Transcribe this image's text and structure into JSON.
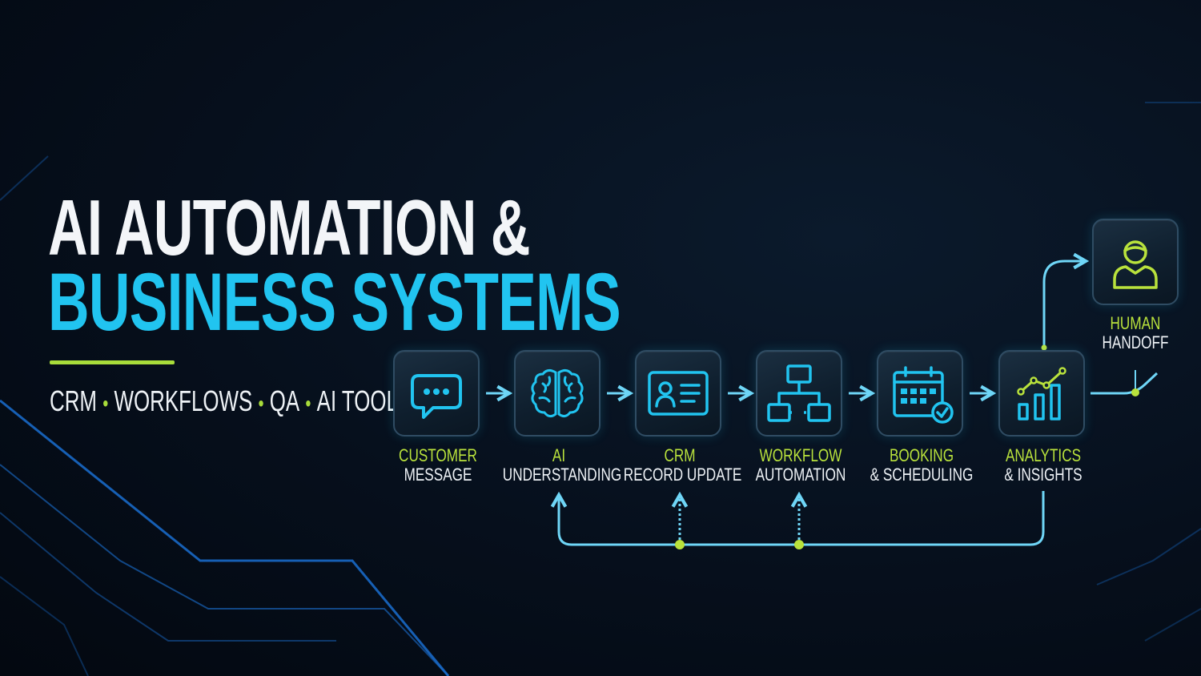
{
  "title": {
    "line1": "AI AUTOMATION &",
    "line2": "BUSINESS SYSTEMS"
  },
  "subtitle": {
    "items": [
      "CRM",
      "WORKFLOWS",
      "QA",
      "AI TOOLS"
    ]
  },
  "nodes": [
    {
      "line1": "CUSTOMER",
      "line2": "MESSAGE",
      "icon": "chat-bubble-icon"
    },
    {
      "line1": "AI",
      "line2": "UNDERSTANDING",
      "icon": "brain-icon"
    },
    {
      "line1": "CRM",
      "line2": "RECORD UPDATE",
      "icon": "contact-card-icon"
    },
    {
      "line1": "WORKFLOW",
      "line2": "AUTOMATION",
      "icon": "flowchart-icon"
    },
    {
      "line1": "BOOKING",
      "line2": "& SCHEDULING",
      "icon": "calendar-check-icon"
    },
    {
      "line1": "ANALYTICS",
      "line2": "& INSIGHTS",
      "icon": "bar-chart-icon"
    },
    {
      "line1": "HUMAN",
      "line2": "HANDOFF",
      "icon": "person-icon"
    }
  ],
  "colors": {
    "accent_cyan": "#21c4f0",
    "accent_green": "#a8dc3a",
    "text_white": "#eef2f6",
    "background": "#060f1c"
  }
}
